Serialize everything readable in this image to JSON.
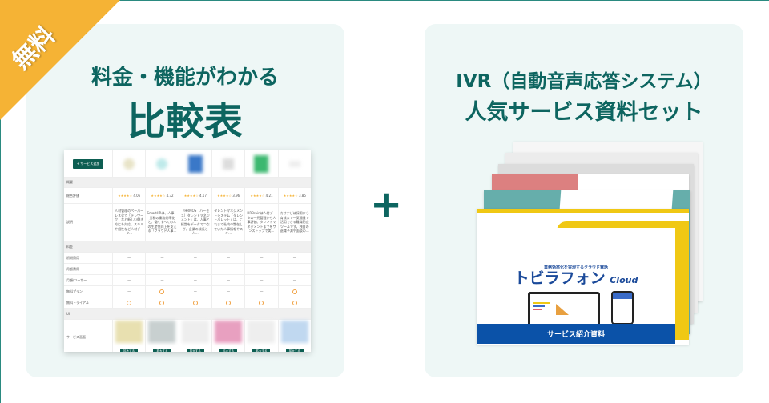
{
  "badge": {
    "label": "無料",
    "color": "#f5b335"
  },
  "left": {
    "title_line1": "料金・機能がわかる",
    "title_line2": "比較表",
    "table": {
      "add_button": "+ サービス追加",
      "sections": {
        "overview": "概要",
        "pricing": "料金",
        "ui": "UI"
      },
      "rows": {
        "rating": "総合評価",
        "description": "説明",
        "initial_fee": "初期費用",
        "monthly_fee": "月額費用",
        "per_user": "月額/ユーザー",
        "free_plan": "無料プラン",
        "free_trial": "無料トライアル",
        "screen": "サービス画面"
      },
      "ratings": [
        "4.06",
        "4.32",
        "4.17",
        "3.96",
        "4.21",
        "3.85"
      ],
      "stars": "★★★★☆",
      "descriptions": [
        "人材管理のペーパーレス化で「テレワーク」など新しい働き方にも対応。スキルや個性など人材データ…",
        "SmartHRは、人事・労務の業務効率化と、働くすべての人の生産性向上を支える「クラウド人事…",
        "「HRMOS（ハーモス）タレントマネジメント」は、人事と経営をデータでつなぎ、企業の成長と人…",
        "タレントマネジメントシステム「タレントパレット」は、これまで社内の散在していた人事情報やスキ…",
        "HRBrainは人材データの一元管理から人事評価、タレントマネジメントまでをワンストップで実…",
        "カオナビは採用から育成まで一気通貫で活用できる離職防止ツールです。独自の退職予測や面談の…"
      ],
      "dash": "—",
      "free_plan": [
        false,
        true,
        false,
        false,
        false,
        true
      ],
      "free_trial": [
        true,
        true,
        true,
        true,
        true,
        true
      ],
      "zoom_button": "拡大する"
    }
  },
  "plus": "+",
  "right": {
    "title_line1": "IVR（自動音声応答システム）",
    "title_line2": "人気サービス資料セット",
    "cover": {
      "tagline": "業務効率化を実現するクラウド電話",
      "brand": "トビラフォン",
      "brand_suffix": "Cloud",
      "footer": "サービス紹介資料"
    }
  },
  "colors": {
    "accent": "#0d6560",
    "card_bg": "#eef7f6",
    "yellow": "#f0c814",
    "blue": "#0b52a8",
    "teal": "#66aeab",
    "pink": "#dc8080"
  }
}
